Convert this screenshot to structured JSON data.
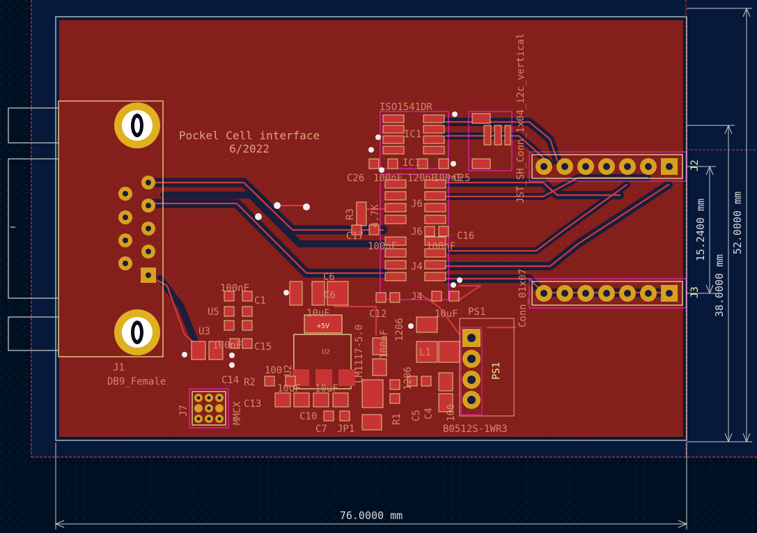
{
  "board": {
    "title_line1": "Pockel Cell interface",
    "title_line2": "6/2022"
  },
  "dimensions": {
    "width": "76.0000 mm",
    "height": "52.0000 mm",
    "mid": "38.0000 mm",
    "pitch": "15.2400 mm"
  },
  "labels": {
    "iso": "ISO1541DR",
    "ic1": "IC1",
    "ic1b": "IC1",
    "jst": "JST_SH_Conn_1x04_i2c_vertical",
    "j2": "J2",
    "j3": "J3",
    "j6": "J6",
    "j6b": "J6",
    "j4": "J4",
    "j4b": "J4",
    "j1": "J1",
    "db9": "DB9_Female",
    "j7": "J7",
    "mmcx": "MMCX",
    "conn": "Conn_01x07",
    "c26": "C26",
    "c25": "C25",
    "c17": "C17",
    "c16": "C16",
    "c6": "C6",
    "c6b": "C6",
    "c1": "C1",
    "c13": "C13",
    "c10": "C10",
    "c7": "C7",
    "c15": "C15",
    "c14": "C14",
    "c12": "C12",
    "c5": "C5",
    "c4": "C4",
    "r1": "R1",
    "r2": "R2",
    "r3": "R3",
    "u2": "U2",
    "u2b": "U2",
    "u3": "U3",
    "u5": "U5",
    "ps1": "PS1",
    "ps1b": "PS1",
    "l1": "L1",
    "jp1": "JP1",
    "lm": "LM1117-5.0",
    "b0512": "B0512S-1WR3",
    "plus5v": "+5V",
    "cap100nf_a": "100nF",
    "cap100nf_b": "100nF",
    "cap100nf_c": "100nF",
    "cap100nf_d": "100nF",
    "cap100nf_e": "100nF",
    "cap100nf_f": "100nF",
    "cap100nf_g": "100nF",
    "cap120nf": "120nF",
    "r47k": "4.7K",
    "r100": "100",
    "r100b": "100",
    "cap10u_a": "10uF",
    "cap10u_b": "10uF",
    "cap10u_c": "10uF",
    "p1206": "1206",
    "p1206b": "1206"
  },
  "colors": {
    "background": "#001023",
    "copper": "#841f1c",
    "copper_bright": "#c83434",
    "track_dark": "#1a1d3b",
    "silk": "#f2eda1",
    "silk_label": "#d8876d",
    "fab": "#c2a4a6",
    "courtyard": "#ff26e2",
    "pad": "#c8a020",
    "edge": "#d0d0d0"
  }
}
